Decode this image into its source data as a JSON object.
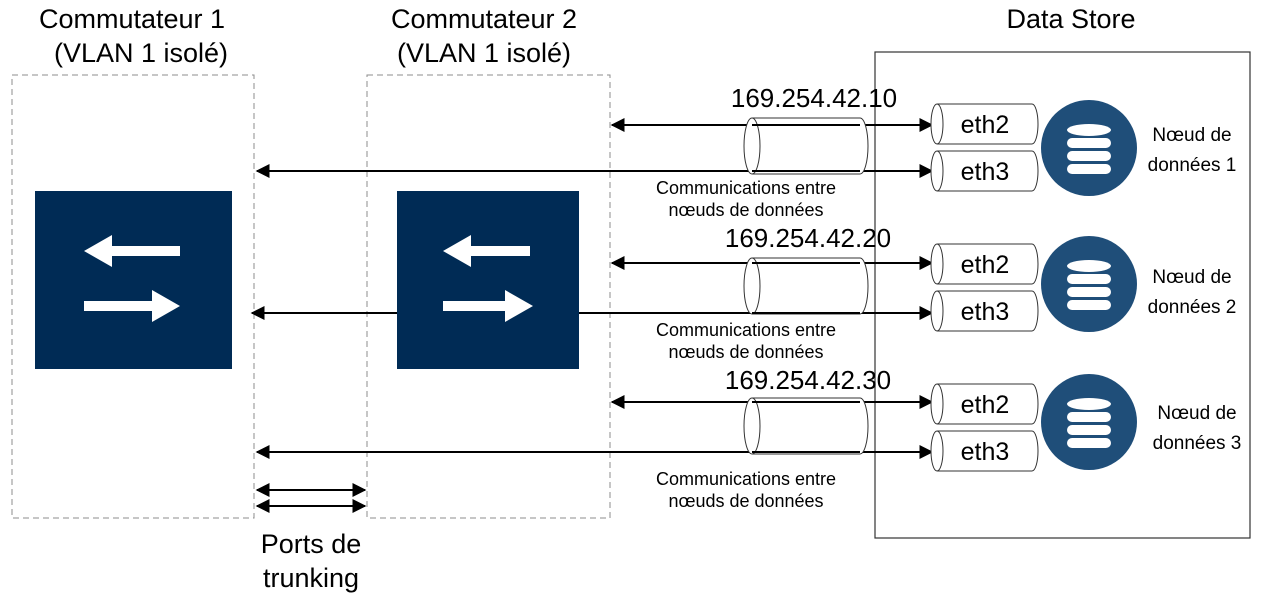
{
  "switch1": {
    "line1": "Commutateur 1",
    "line2": "(VLAN 1 isolé)"
  },
  "switch2": {
    "line1": "Commutateur 2",
    "line2": "(VLAN 1 isolé)"
  },
  "datastore": {
    "title": "Data Store"
  },
  "trunk": {
    "line1": "Ports de",
    "line2": "trunking"
  },
  "nodes": [
    {
      "ip": "169.254.42.10",
      "eth_a": "eth2",
      "eth_b": "eth3",
      "label1": "Nœud de",
      "label2": "données 1",
      "comm1": "Communications entre",
      "comm2": "nœuds de données"
    },
    {
      "ip": "169.254.42.20",
      "eth_a": "eth2",
      "eth_b": "eth3",
      "label1": "Nœud de",
      "label2": "données 2",
      "comm1": "Communications entre",
      "comm2": "nœuds de données"
    },
    {
      "ip": "169.254.42.30",
      "eth_a": "eth2",
      "eth_b": "eth3",
      "label1": "Nœud de",
      "label2": "données 3",
      "comm1": "Communications entre",
      "comm2": "nœuds de données"
    }
  ],
  "colors": {
    "switch_fill": "#002b55",
    "node_fill": "#1f4e79",
    "line": "#000000",
    "dashed_border": "#8c8c8c"
  },
  "icons": {
    "switch": "switch-arrows-icon",
    "node": "database-icon"
  }
}
